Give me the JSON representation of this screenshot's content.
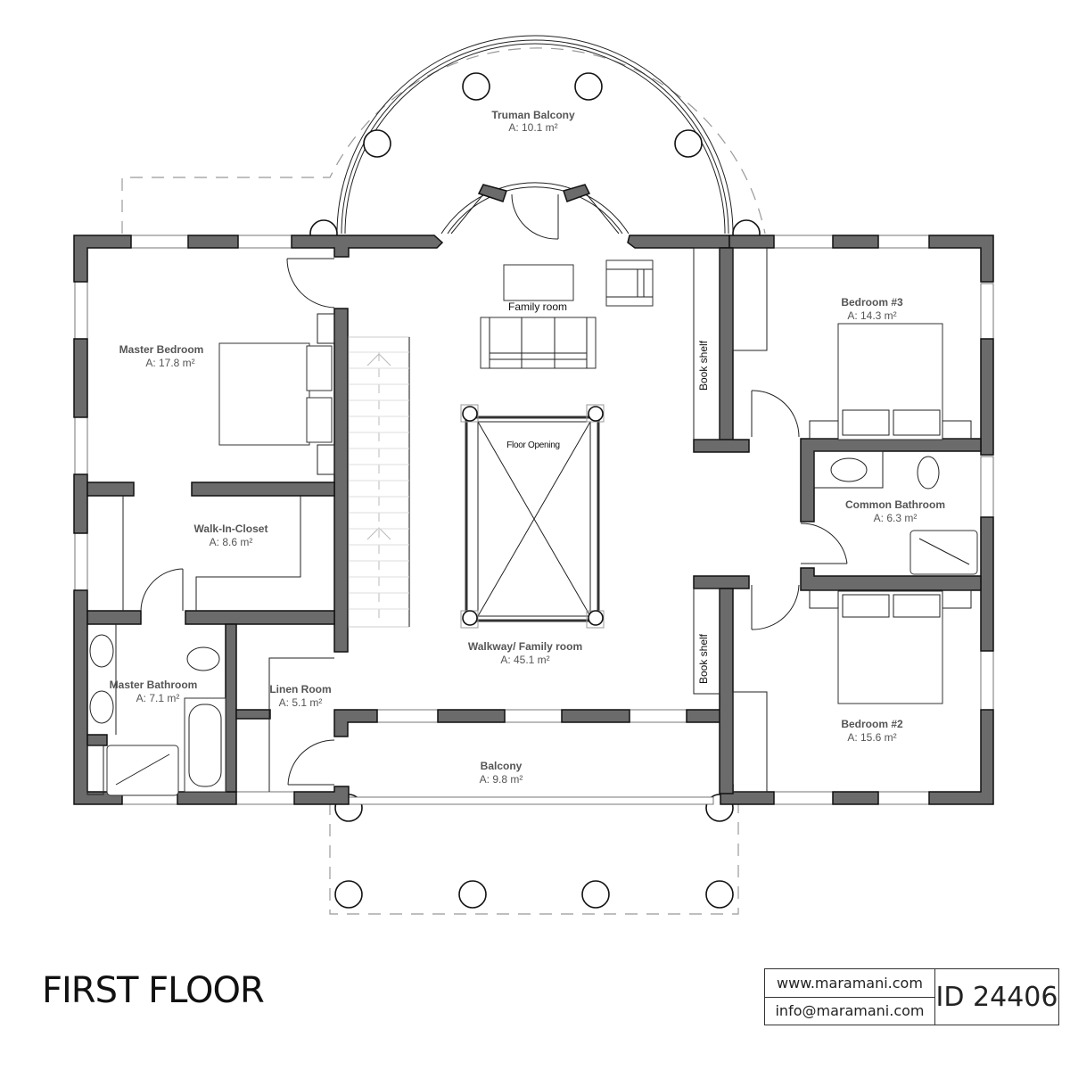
{
  "plan": {
    "title": "FIRST FLOOR",
    "rooms": {
      "truman_balcony": {
        "name": "Truman Balcony",
        "area": "A: 10.1 m²"
      },
      "master_bedroom": {
        "name": "Master Bedroom",
        "area": "A: 17.8 m²"
      },
      "family_room": {
        "name": "Family room"
      },
      "bedroom3": {
        "name": "Bedroom #3",
        "area": "A: 14.3 m²"
      },
      "walk_in_closet": {
        "name": "Walk-In-Closet",
        "area": "A: 8.6 m²"
      },
      "common_bathroom": {
        "name": "Common Bathroom",
        "area": "A: 6.3 m²"
      },
      "walkway": {
        "name": "Walkway/ Family room",
        "area": "A: 45.1 m²"
      },
      "master_bathroom": {
        "name": "Master Bathroom",
        "area": "A: 7.1 m²"
      },
      "linen_room": {
        "name": "Linen Room",
        "area": "A: 5.1 m²"
      },
      "bedroom2": {
        "name": "Bedroom #2",
        "area": "A: 15.6 m²"
      },
      "balcony": {
        "name": "Balcony",
        "area": "A: 9.8 m²"
      }
    },
    "labels": {
      "floor_opening": "Floor Opening",
      "bookshelf_top": "Book shelf",
      "bookshelf_bottom": "Book shelf"
    }
  },
  "stamp": {
    "website": "www.maramani.com",
    "email": "info@maramani.com",
    "id": "ID 24406"
  },
  "colors": {
    "wall_fill": "#6b6b6b",
    "line": "#111111",
    "text": "#555555"
  }
}
